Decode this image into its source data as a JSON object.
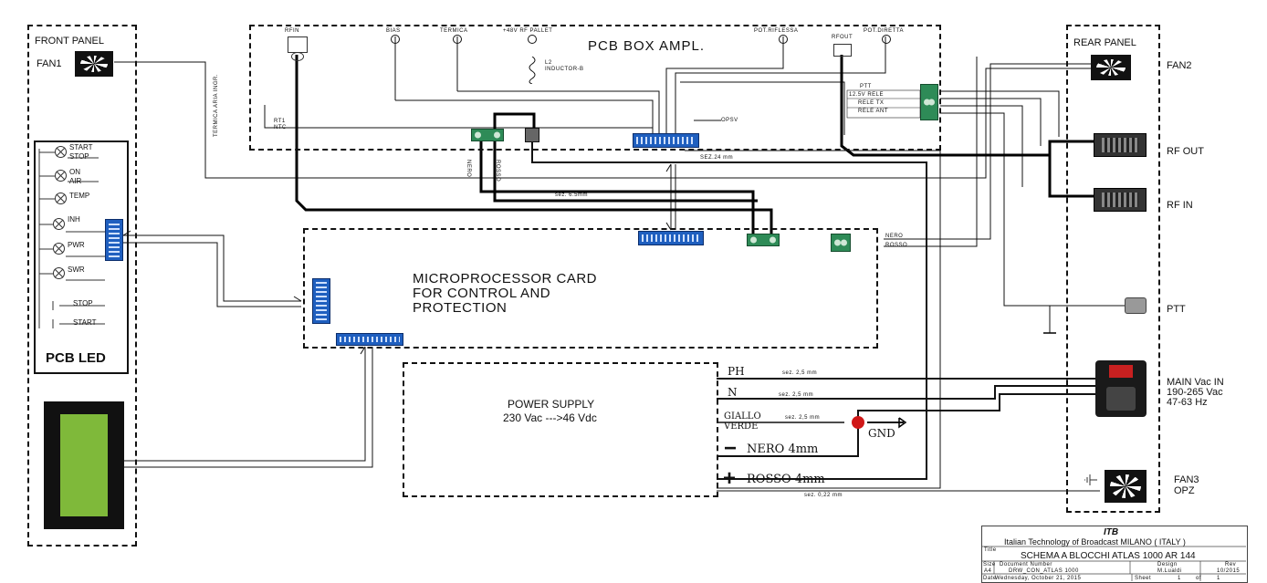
{
  "front_panel": {
    "title": "FRONT PANEL",
    "fan_label": "FAN1",
    "leds": [
      {
        "label_1": "START",
        "label_2": "STOP"
      },
      {
        "label_1": "ON",
        "label_2": "AIR"
      },
      {
        "label_1": "TEMP",
        "label_2": ""
      },
      {
        "label_1": "INH",
        "label_2": ""
      },
      {
        "label_1": "PWR",
        "label_2": ""
      },
      {
        "label_1": "SWR",
        "label_2": ""
      }
    ],
    "buttons": [
      "STOP",
      "START"
    ],
    "pcb_led_label": "PCB LED"
  },
  "pcb_box": {
    "title": "PCB  BOX AMPL.",
    "top_labels": [
      "RFIN",
      "BIAS",
      "TERMICA",
      "+48V RF PALLET",
      "POT.RIFLESSA",
      "RFOUT",
      "POT.DIRETTA"
    ],
    "inductor_label_1": "L2",
    "inductor_label_2": "INDUCTOR-B",
    "termica_label": "TERMICA ARIA INGR.",
    "rt1_label_1": "RT1",
    "rt1_label_2": "NTC",
    "opsv_label": "OPSV",
    "relay_terms": [
      "PTT",
      "12.5V RELE",
      "RELE TX",
      "RELE ANT"
    ],
    "cable_labels": [
      "NERO",
      "ROSSO"
    ]
  },
  "wiring": {
    "see_24": "SEZ.24 mm",
    "sez_65": "sez. 6.5mm",
    "nero": "NERO",
    "rosso": "ROSSO",
    "sez_022": "sez. 0,22 mm"
  },
  "micro_card": {
    "title_1": "MICROPROCESSOR CARD",
    "title_2": "FOR CONTROL AND",
    "title_3": "PROTECTION"
  },
  "power_supply": {
    "title": "POWER SUPPLY",
    "subtitle": "230 Vac --->46 Vdc",
    "ph": "PH",
    "ph_sez": "sez. 2,5 mm",
    "n": "N",
    "n_sez": "sez. 2,5 mm",
    "giallo": "GIALLO",
    "verde": "VERDE",
    "gv_sez": "sez. 2,5 mm",
    "gnd": "GND",
    "nero": "NERO   4mm",
    "rosso": "ROSSO   4mm",
    "minus": "−",
    "plus": "+"
  },
  "rear_panel": {
    "title": "REAR PANEL",
    "fan2": "FAN2",
    "rf_out": "RF OUT",
    "rf_in": "RF IN",
    "ptt": "PTT",
    "main_1": "MAIN Vac IN",
    "main_2": "190-265 Vac",
    "main_3": "47-63 Hz",
    "fan3_1": "FAN3",
    "fan3_2": "OPZ"
  },
  "title_block": {
    "logo": "ITB",
    "company": "Italian Technology of Broadcast  MILANO ( ITALY )",
    "title_field": "Title",
    "title": "SCHEMA A BLOCCHI ATLAS 1000 AR 144",
    "size_field": "Size",
    "size": "A4",
    "doc_field": "Document Number",
    "doc": "DRW_CON_ATLAS 1000",
    "design_field": "Design",
    "design": "M.Lualdi",
    "rev_field": "Rev",
    "rev": "10/2015",
    "date_field": "Date",
    "date": "Wednesday, October 21, 2015",
    "sheet_field": "Sheet",
    "sheet": "1",
    "of": "of",
    "sheets": "1"
  }
}
